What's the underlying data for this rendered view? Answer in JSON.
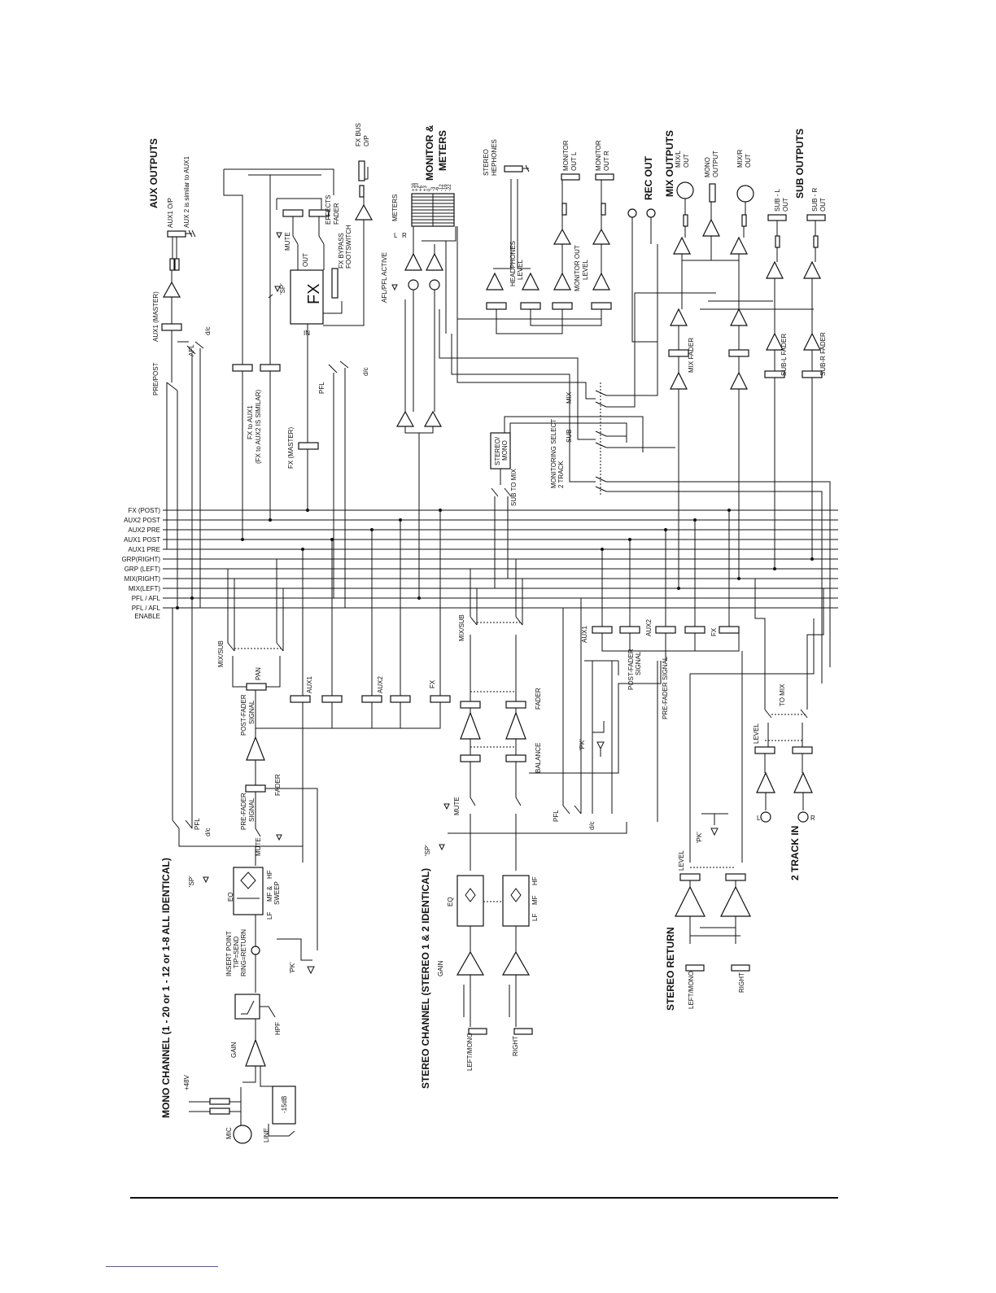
{
  "sections": {
    "aux_outputs": "AUX OUTPUTS",
    "monitor_meters_1": "MONITOR &",
    "monitor_meters_2": "METERS",
    "mix_outputs": "MIX OUTPUTS",
    "sub_outputs": "SUB OUTPUTS",
    "mono_channel": "MONO CHANNEL (1 - 20 or 1 - 12 or 1-8  ALL IDENTICAL)",
    "stereo_channel": "STEREO CHANNEL (STEREO 1 & 2 IDENTICAL)",
    "stereo_return": "STEREO RETURN",
    "two_track_in": "2 TRACK IN",
    "rec_out": "REC OUT",
    "fx_bus_op_1": "FX BUS",
    "fx_bus_op_2": "O/P"
  },
  "buses": [
    "FX (POST)",
    "AUX2 POST",
    "AUX2 PRE",
    "AUX1 POST",
    "AUX1 PRE",
    "GRP(RIGHT)",
    "GRP (LEFT)",
    "MIX(RIGHT)",
    "MIX(LEFT)",
    "PFL / AFL",
    "PFL / AFL"
  ],
  "bus_enable": "ENABLE",
  "labels": {
    "aux1_op": "AUX1 O/P",
    "aux2_similar": "AUX 2 is similar to AUX1",
    "aux1_master": "AUX1 (MASTER)",
    "afl": "AFL",
    "pre_post": "PRE/POST",
    "dc": "d/c",
    "effects_fader_1": "EFFECTS",
    "effects_fader_2": "FADER",
    "mute": "MUTE",
    "out": "OUT",
    "in": "IN",
    "fx": "FX",
    "sp": "'SP'",
    "fx_bypass_1": "FX BYPASS",
    "fx_bypass_2": "FOOTSWITCH",
    "fx_to_aux1": "FX to AUX1",
    "fx_to_aux2": "(FX to AUX2 IS SIMILAR)",
    "fx_master": "FX (MASTER)",
    "pfl": "PFL",
    "meters": "METERS",
    "l": "L",
    "r": "R",
    "meter_scale": [
      "+16",
      "+10",
      "+6",
      "+3",
      "0",
      "-3",
      "-6",
      "-12",
      "-16",
      "-22"
    ],
    "afl_pfl_active": "AFL/PFL ACTIVE",
    "stereo_headphones_1": "STEREO",
    "stereo_headphones_2": "HEPHONES",
    "headphones_level_1": "HEADPHONES",
    "headphones_level_2": "LEVEL",
    "monitor_out_l_1": "MONITOR",
    "monitor_out_l_2": "OUT L",
    "monitor_out_r_1": "MONITOR",
    "monitor_out_r_2": "OUT R",
    "monitor_out_level_1": "MONITOR OUT",
    "monitor_out_level_2": "LEVEL",
    "mixl_out_1": "MIX/L",
    "mixl_out_2": "OUT",
    "mono_output_1": "MONO",
    "mono_output_2": "OUTPUT",
    "mixr_out_1": "MIX/R",
    "mixr_out_2": "OUT",
    "subl_out_1": "SUB - L",
    "subl_out_2": "OUT",
    "subr_out_1": "SUB - R",
    "subr_out_2": "OUT",
    "mix_fader": "MIX FADER",
    "subl_fader": "SUB-L FADER",
    "subr_fader": "SUB-R FADER",
    "mix": "MIX",
    "sub": "SUB",
    "two_track": "2 TRACK",
    "monitoring_select": "MONITORING SELECT",
    "stereo_mono_1": "STEREO/",
    "stereo_mono_2": "MONO",
    "sub_to_mix": "SUB TO MIX",
    "mix_sub": "MIX/SUB",
    "pan": "PAN",
    "aux1": "AUX1",
    "aux2": "AUX2",
    "post_fader_1": "POST-FADER",
    "post_fader_2": "SIGNAL",
    "pre_fader_1": "PRE-FADER",
    "pre_fader_2": "SIGNAL",
    "fader": "FADER",
    "balance": "BALANCE",
    "pk": "'PK'",
    "pre_fader_signal": "PRE-FADER SIGNAL",
    "to_mix": "TO MIX",
    "level": "LEVEL",
    "eq": "EQ",
    "lf": "LF",
    "mf_sweep_1": "MF &",
    "mf_sweep_2": "SWEEP",
    "hf": "HF",
    "mf": "MF",
    "insert_1": "INSERT POINT",
    "insert_2": "TIP=SEND",
    "insert_3": "RING=RETURN",
    "hpf": "HPF",
    "gain": "GAIN",
    "phantom": "+48V",
    "mic": "MIC",
    "line": "LINE",
    "pad": "-15dB",
    "left_mono": "LEFT/MONO",
    "right": "RIGHT"
  }
}
